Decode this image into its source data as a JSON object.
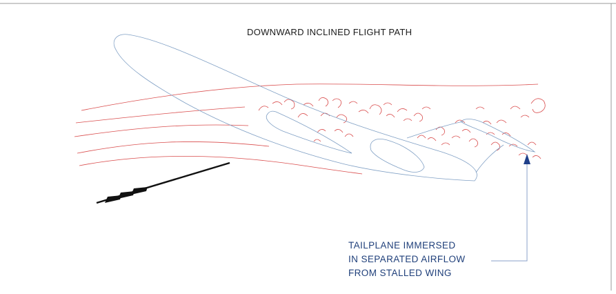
{
  "diagram": {
    "title": "DOWNWARD INCLINED FLIGHT PATH",
    "callout": {
      "lines": [
        "TAILPLANE IMMERSED",
        "IN SEPARATED AIRFLOW",
        "FROM STALLED WING"
      ]
    },
    "colors": {
      "airflow": "#d94b4b",
      "aircraft": "#7f9fc4",
      "callout_text": "#1f3f7a",
      "callout_line": "#8aa0c8",
      "callout_arrow": "#1f3f8a",
      "flight_arrow": "#111111",
      "frame": "#999999"
    }
  }
}
